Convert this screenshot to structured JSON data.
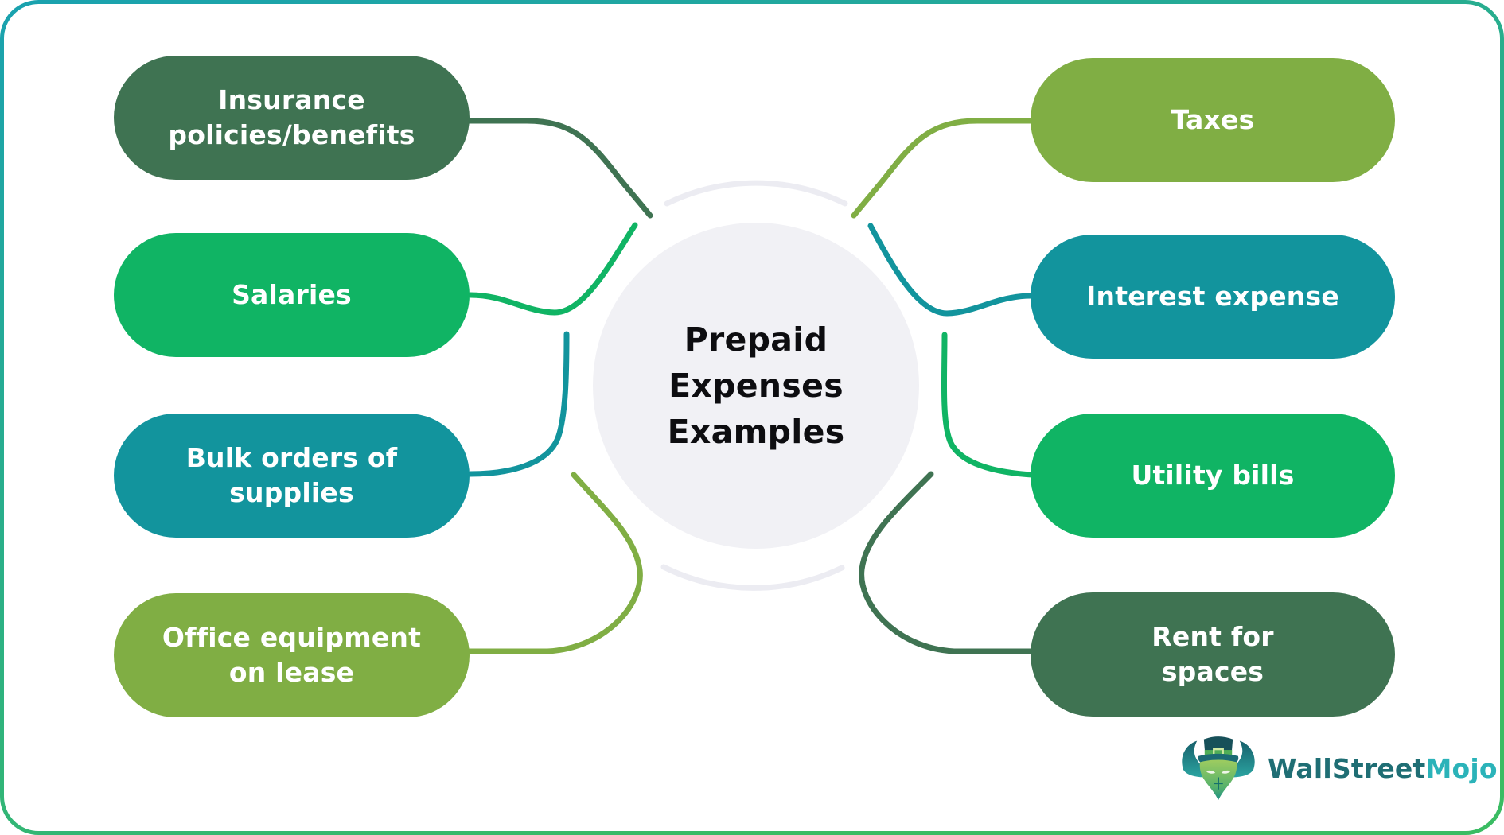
{
  "diagram": {
    "title_circle": {
      "lines": [
        "Prepaid",
        "Expenses",
        "Examples"
      ],
      "fill": "#F1F1F5",
      "text_color": "#0D0D10"
    },
    "ring_color": "#ECECF2",
    "left_nodes": [
      {
        "label": "Insurance\npolicies/benefits",
        "color": "#3F7352"
      },
      {
        "label": "Salaries",
        "color": "#10B464"
      },
      {
        "label": "Bulk orders of\nsupplies",
        "color": "#12949D"
      },
      {
        "label": "Office equipment\non lease",
        "color": "#80AE44"
      }
    ],
    "right_nodes": [
      {
        "label": "Taxes",
        "color": "#80AE44"
      },
      {
        "label": "Interest expense",
        "color": "#12949D"
      },
      {
        "label": "Utility bills",
        "color": "#10B464"
      },
      {
        "label": "Rent for\nspaces",
        "color": "#3F7352"
      }
    ]
  },
  "frame": {
    "border_gradient_start": "#1AA2AF",
    "border_gradient_end": "#3ABC63"
  },
  "branding": {
    "wordmark_primary": "WallStreet",
    "wordmark_secondary": "Mojo",
    "wordmark_primary_color": "#1F6E74",
    "wordmark_secondary_color": "#2BB3B9"
  }
}
